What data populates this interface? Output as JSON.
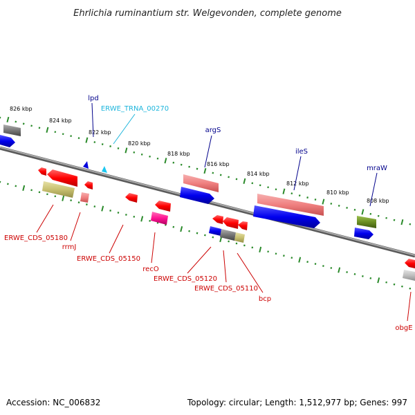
{
  "title": "Ehrlichia ruminantium str. Welgevonden, complete genome",
  "footer": {
    "accession": "Accession: NC_006832",
    "summary": "Topology: circular; Length: 1,512,977 bp; Genes: 997"
  },
  "scale_labels": [
    "826 kbp",
    "824 kbp",
    "822 kbp",
    "820 kbp",
    "818 kbp",
    "816 kbp",
    "814 kbp",
    "812 kbp",
    "810 kbp",
    "808 kbp"
  ],
  "gene_labels": {
    "forward": [
      "lpd",
      "ERWE_TRNA_00270",
      "argS",
      "ileS",
      "mraW"
    ],
    "reverse": [
      "ERWE_CDS_05180",
      "rrmJ",
      "ERWE_CDS_05150",
      "recO",
      "ERWE_CDS_05120",
      "ERWE_CDS_05110",
      "bcp",
      "obgE"
    ]
  },
  "colors": {
    "backbone": "#888888",
    "tick": "#2a8a2a",
    "cds": "#ff0000",
    "gene": "#0000dd",
    "trna": "#1cc7f0",
    "forward_label": "#00008b",
    "trna_label": "#1cb5dc",
    "reverse_label": "#cc0000",
    "tan_feature": "#c8c070",
    "pink_feature": "#f08080",
    "gray_feature": "#777777",
    "olive_feature": "#6b8e23",
    "magenta_feature": "#ff1493"
  }
}
